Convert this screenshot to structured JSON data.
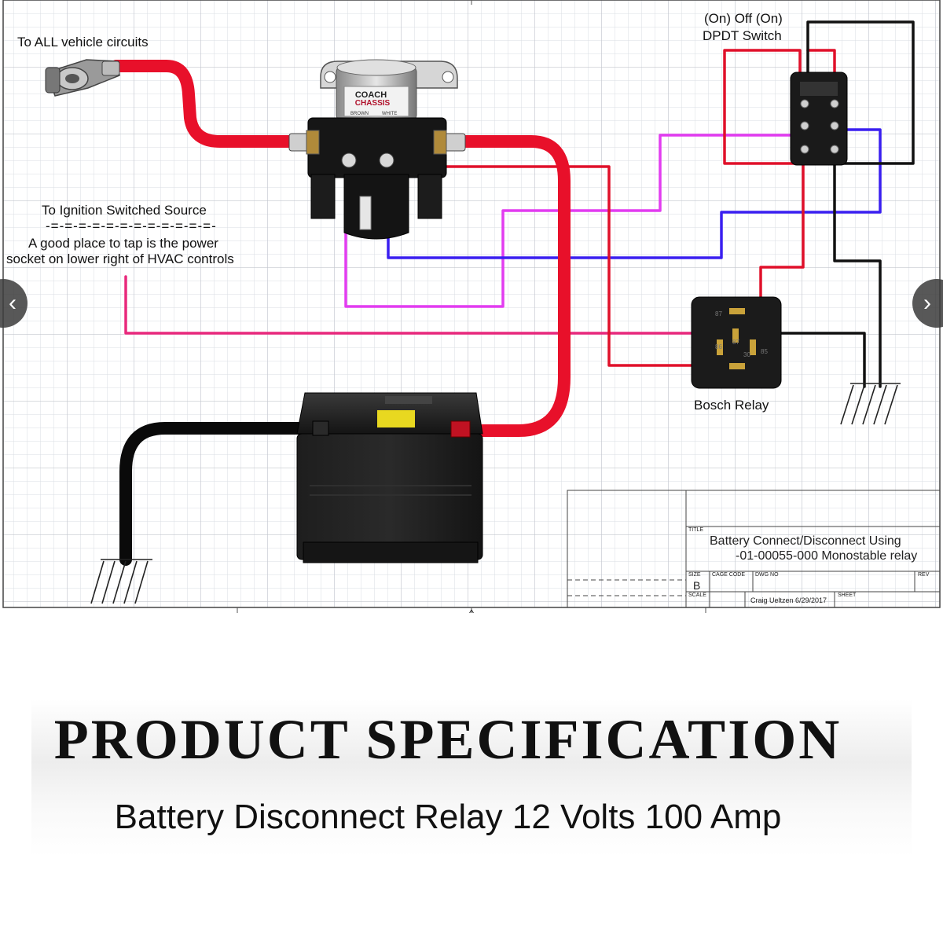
{
  "labels": {
    "vehicle_circuits": "To ALL vehicle circuits",
    "ignition_source": "To Ignition Switched Source",
    "ignition_dashes": "-=-=-=-=-=-=-=-=-=-=-=-=-",
    "tap_hint_line1": "A good place to tap is the power",
    "tap_hint_line2": "socket on lower right of HVAC controls",
    "switch_line1": "(On) Off (On)",
    "switch_line2": "DPDT Switch",
    "relay_name": "Bosch Relay"
  },
  "solenoid": {
    "brand_line1": "COACH",
    "brand_line2": "CHASSIS",
    "wire_brown": "BROWN",
    "wire_white": "WHITE"
  },
  "relay_pins": [
    "87",
    "86",
    "87",
    "30",
    "85"
  ],
  "title_block": {
    "title_tag": "TITLE",
    "title_line1": "Battery Connect/Disconnect Using",
    "title_line2": "-01-00055-000 Monostable relay",
    "size_tag": "SIZE",
    "size_value": "B",
    "cage_tag": "CAGE CODE",
    "dwg_tag": "DWG NO",
    "rev_tag": "REV",
    "scale_tag": "SCALE",
    "author": "Craig Ueltzen 6/29/2017",
    "sheet_tag": "SHEET"
  },
  "spec": {
    "heading": "PRODUCT SPECIFICATION",
    "subheading": "Battery Disconnect Relay 12 Volts 100 Amp"
  },
  "nav": {
    "prev": "‹",
    "next": "›"
  },
  "colors": {
    "power_cable": "#e8102a",
    "ground_cable": "#0a0a0a",
    "magenta_wire": "#e23cf0",
    "pink_wire": "#e8287c",
    "blue_wire": "#3a1ff0",
    "red_wire": "#e0102a",
    "grid": "#cfcfd6"
  }
}
